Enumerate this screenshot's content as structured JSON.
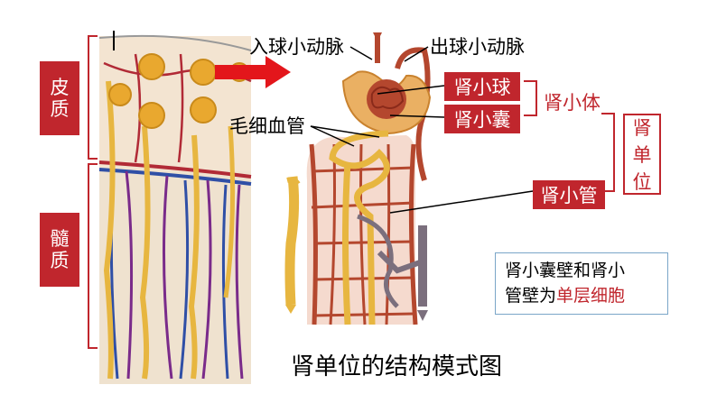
{
  "labels": {
    "cortex": [
      "皮",
      "质"
    ],
    "medulla": [
      "髓",
      "质"
    ],
    "afferent_arteriole": "入球小动脉",
    "efferent_arteriole": "出球小动脉",
    "glomerulus": "肾小球",
    "bowman_capsule": "肾小囊",
    "renal_corpuscle": "肾小体",
    "nephron": [
      "肾",
      "单",
      "位"
    ],
    "capillary": "毛细血管",
    "renal_tubule": "肾小管"
  },
  "note": {
    "line1": "肾小囊壁和肾小",
    "line2_prefix": "管壁为",
    "line2_highlight": "单层细胞"
  },
  "caption": "肾单位的结构模式图",
  "colors": {
    "label_red": "#c0262d",
    "tubule_yellow": "#e7b640",
    "vessel_red": "#b4472e",
    "vein_purple": "#7a2b8a",
    "vein_blue": "#2f4fa6",
    "grey_vessel": "#7b6f7d",
    "note_border": "#7aa6c8"
  },
  "icons": [
    "right-arrow-icon"
  ]
}
